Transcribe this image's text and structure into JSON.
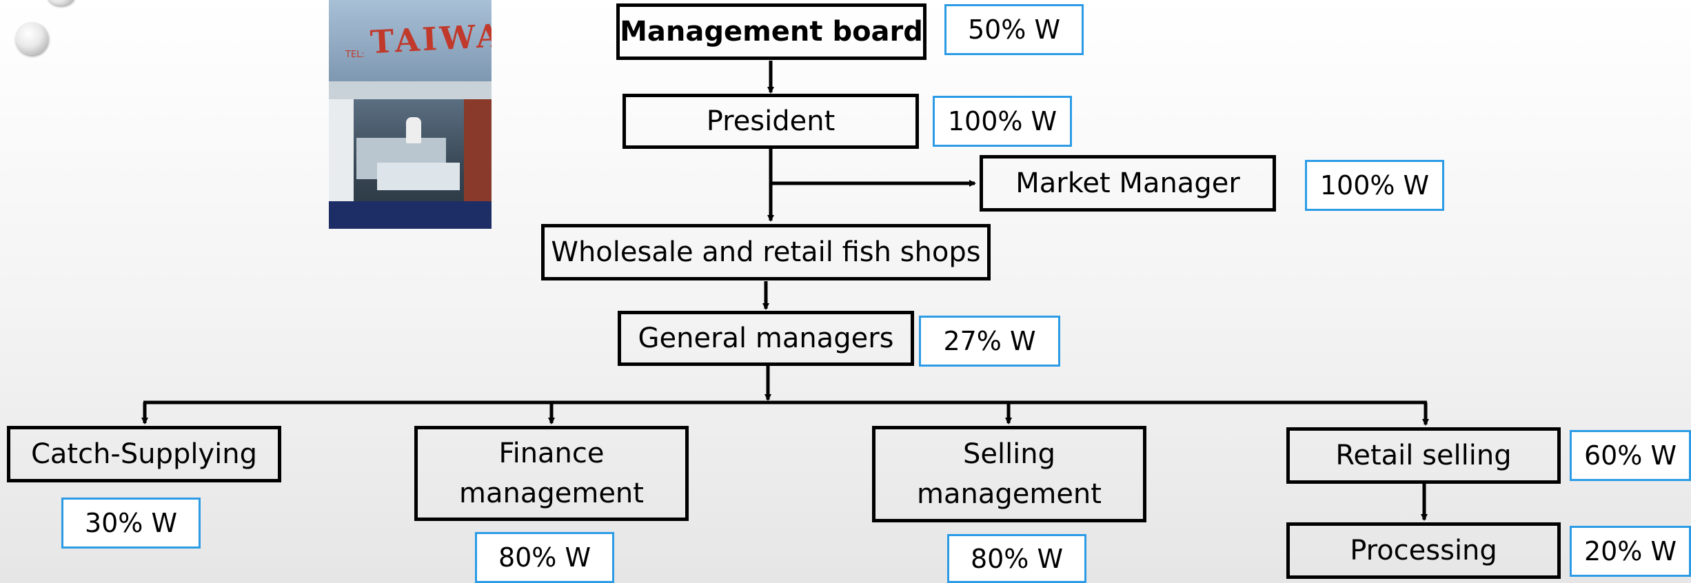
{
  "org_chart": {
    "management_board": "Management board",
    "president": "President",
    "market_manager": "Market Manager",
    "wholesale_shops": "Wholesale and retail fish shops",
    "general_managers": "General managers",
    "catch_supplying": "Catch-Supplying",
    "finance_line1": "Finance",
    "finance_line2": "management",
    "selling_line1": "Selling",
    "selling_line2": "management",
    "retail_selling": "Retail selling",
    "processing": "Processing"
  },
  "workload_tags": {
    "management_board": "50% W",
    "president": "100% W",
    "market_manager": "100% W",
    "general_managers": "27% W",
    "catch_supplying": "30% W",
    "finance": "80% W",
    "selling": "80% W",
    "retail_selling": "60% W",
    "processing": "20% W"
  },
  "photo": {
    "sign_text": "TAIWAN",
    "sign_small_text": "TEL:"
  },
  "colors": {
    "box_border": "#000000",
    "tag_border": "#2b9be6",
    "connector": "#000000"
  }
}
